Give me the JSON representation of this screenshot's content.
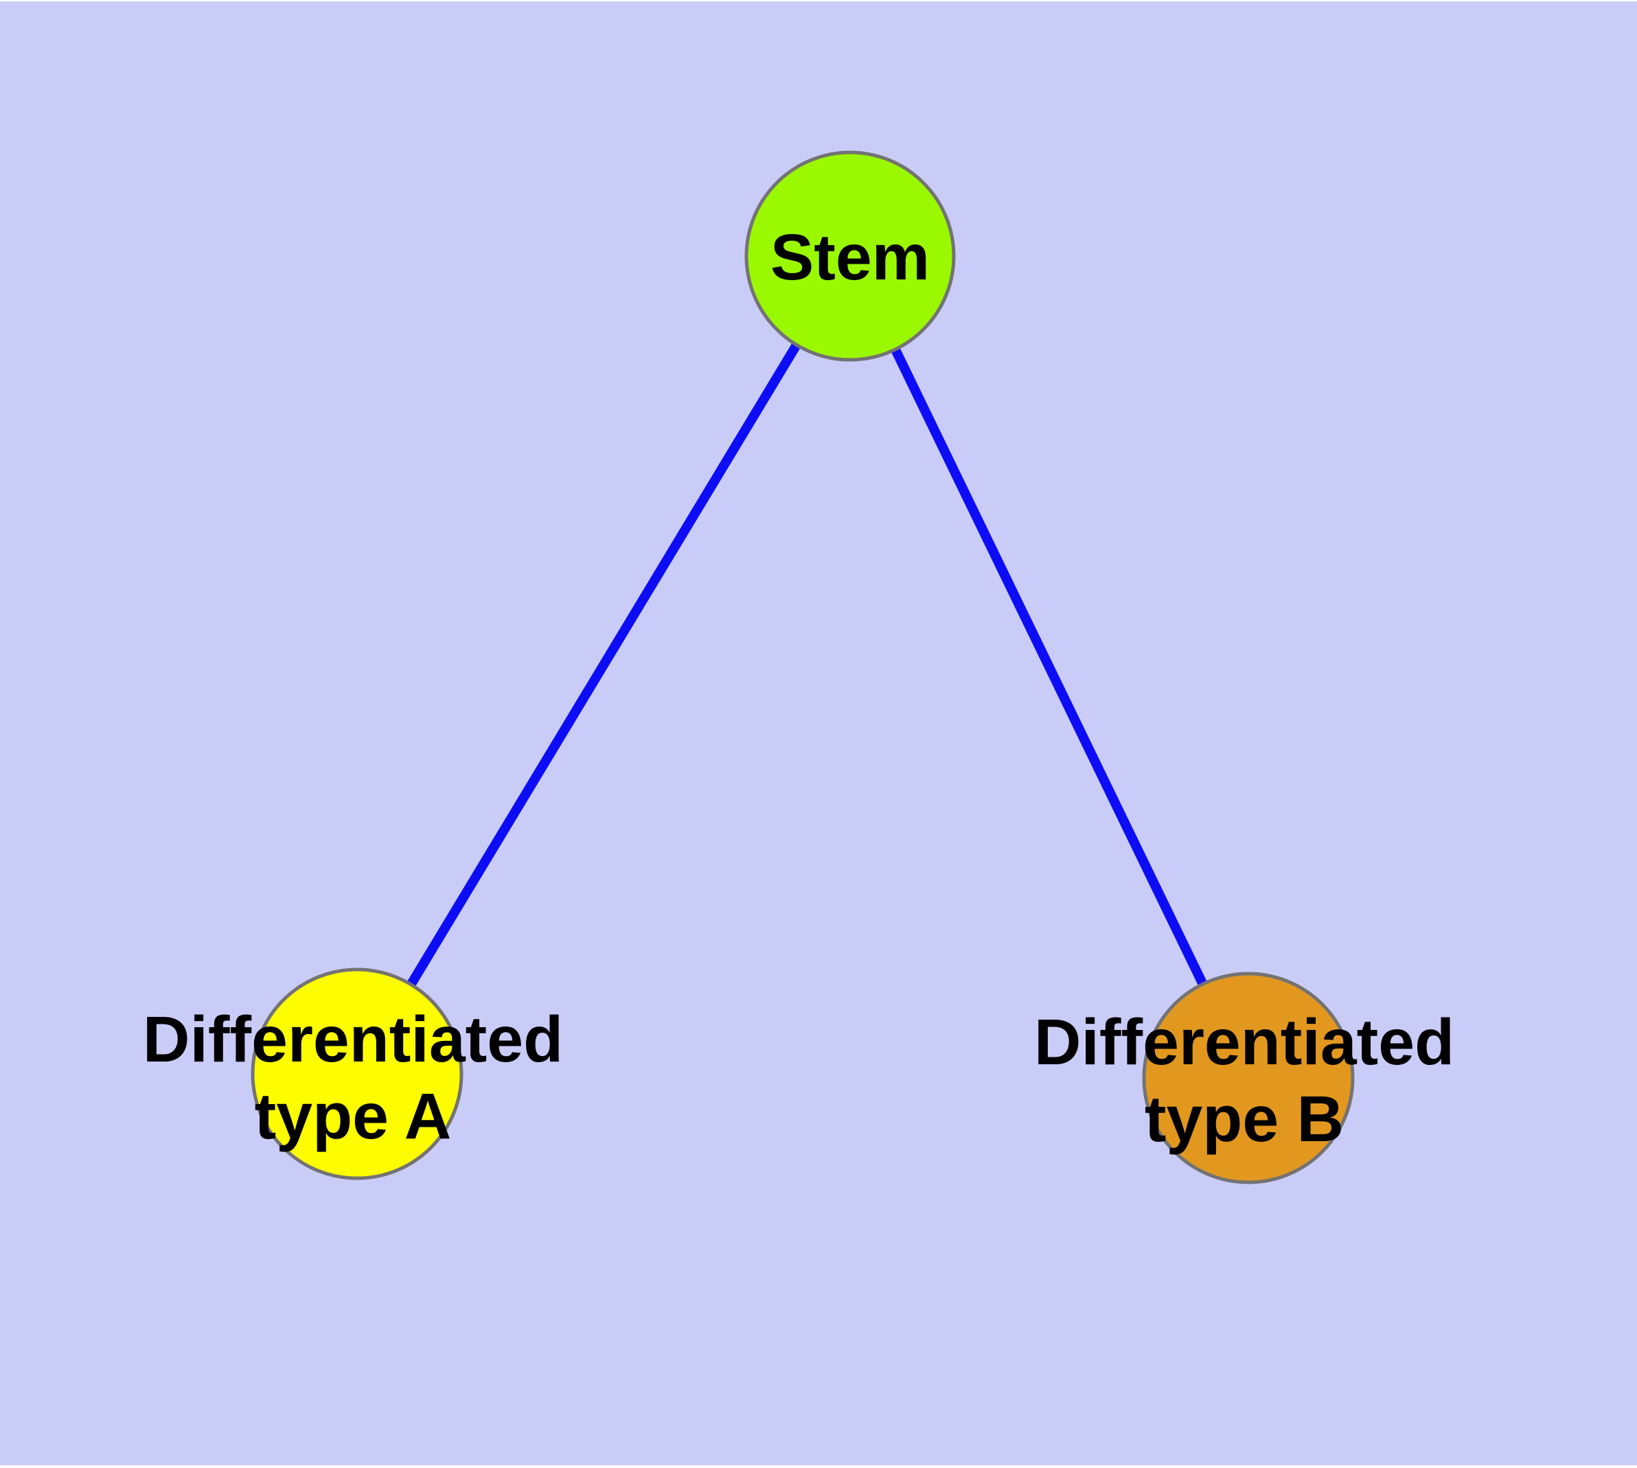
{
  "diagram": {
    "background_color": "#CACCF8",
    "edge_color": "#0D0DF5",
    "node_border_color": "#737373",
    "label_color": "#000000",
    "nodes": [
      {
        "id": "stem",
        "label": "Stem",
        "fill": "#9AF900"
      },
      {
        "id": "differentiated-type-a",
        "label": "Differentiated\ntype A",
        "fill": "#FDFD00"
      },
      {
        "id": "differentiated-type-b",
        "label": "Differentiated\ntype B",
        "fill": "#E2981F"
      }
    ],
    "edges": [
      {
        "from": "stem",
        "to": "differentiated-type-a"
      },
      {
        "from": "stem",
        "to": "differentiated-type-b"
      }
    ]
  }
}
